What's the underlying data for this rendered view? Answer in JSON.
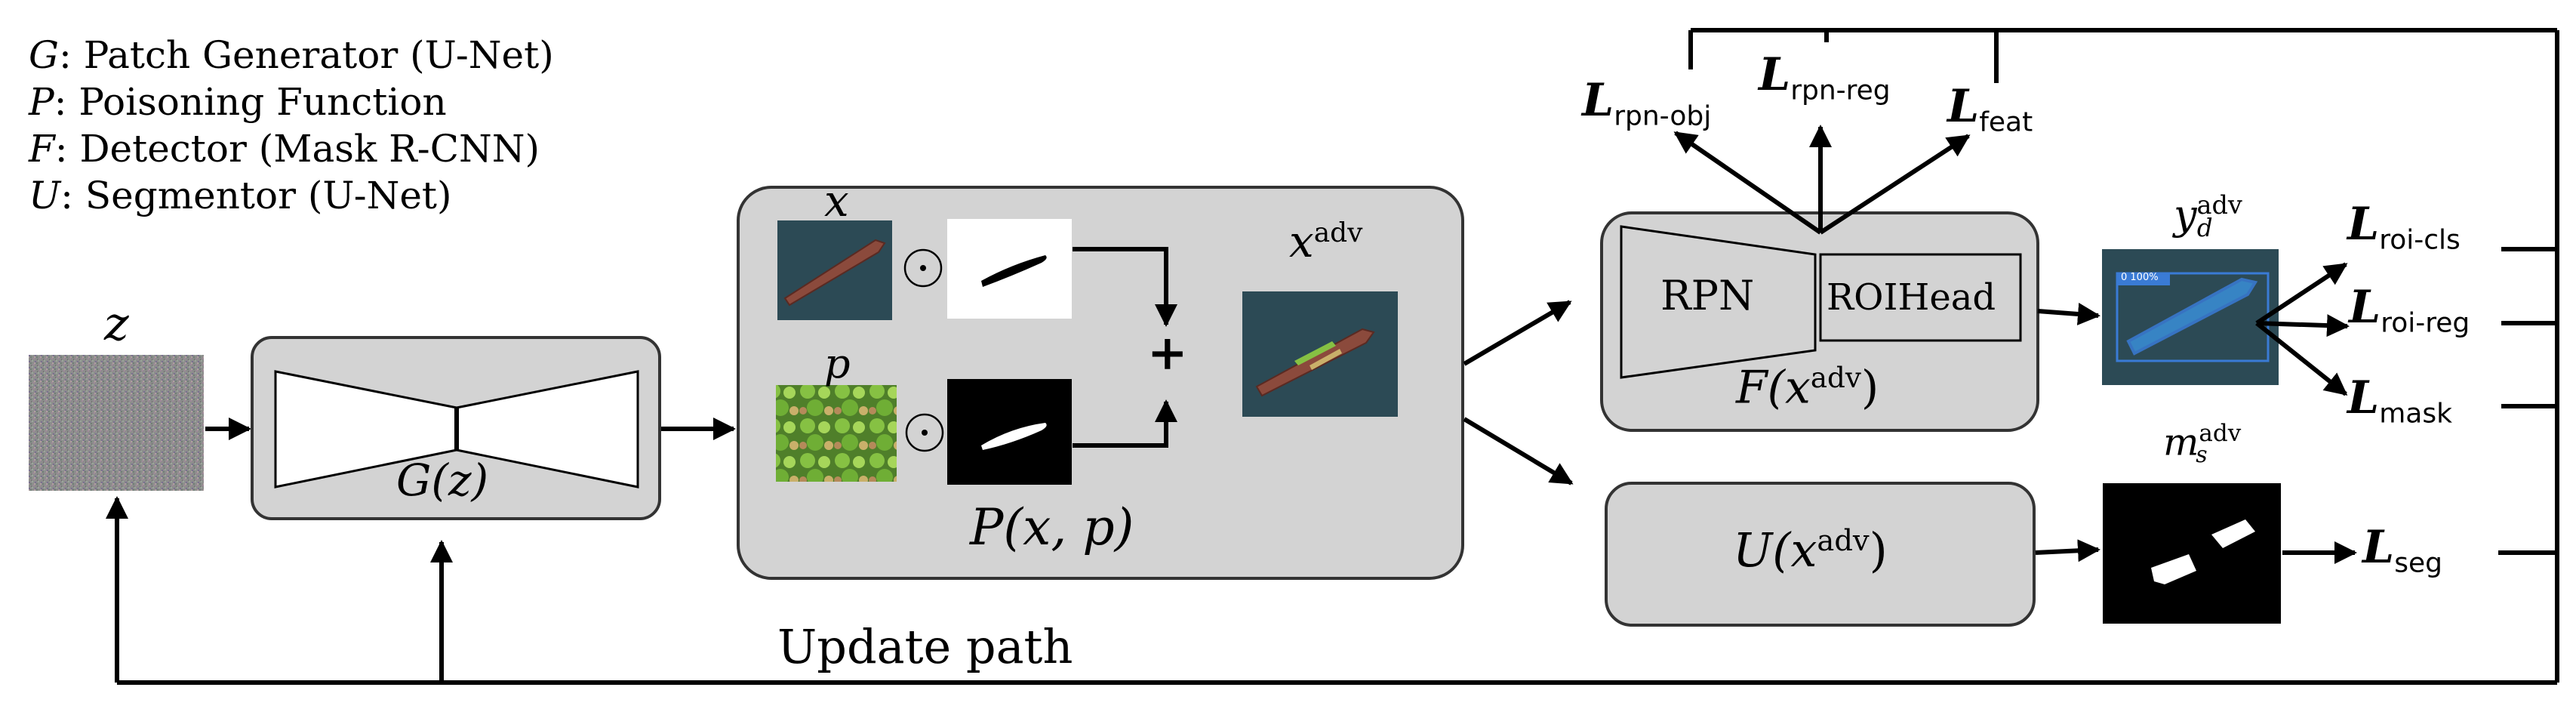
{
  "legend": {
    "items": [
      {
        "symbol": "G",
        "text": ": Patch Generator (U-Net)"
      },
      {
        "symbol": "P",
        "text": ": Poisoning Function"
      },
      {
        "symbol": "F",
        "text": ": Detector (Mask R-CNN)"
      },
      {
        "symbol": "U",
        "text": ": Segmentor (U-Net)"
      }
    ]
  },
  "labels": {
    "z": "z",
    "generator": "G(z)",
    "x": "x",
    "p": "p",
    "plus": "+",
    "poison_func": "P(x, p)",
    "x_adv": "x",
    "x_adv_sup": "adv",
    "rpn": "RPN",
    "roihead": "ROIHead",
    "detector_func": "F(x",
    "detector_sup": "adv",
    "detector_close": ")",
    "segmentor_func": "U(x",
    "segmentor_sup": "adv",
    "segmentor_close": ")",
    "y_d": "y",
    "y_d_sup": "adv",
    "y_d_sub": "d",
    "m_s": "m",
    "m_s_sup": "adv",
    "m_s_sub": "s",
    "detection_label": "0 100%",
    "update_path": "Update path"
  },
  "losses": {
    "rpn_obj": "rpn-obj",
    "rpn_reg": "rpn-reg",
    "feat": "feat",
    "roi_cls": "roi-cls",
    "roi_reg": "roi-reg",
    "mask": "mask",
    "seg": "seg",
    "symbol": "L"
  },
  "colors": {
    "box_fill": "#d3d3d3",
    "box_stroke": "#333333",
    "noise": "#8a8a8a",
    "sea": "#2c4a55",
    "ship": "#8b4a3c",
    "patch": "#6aa83a",
    "detect_box": "#3a7bd5"
  }
}
